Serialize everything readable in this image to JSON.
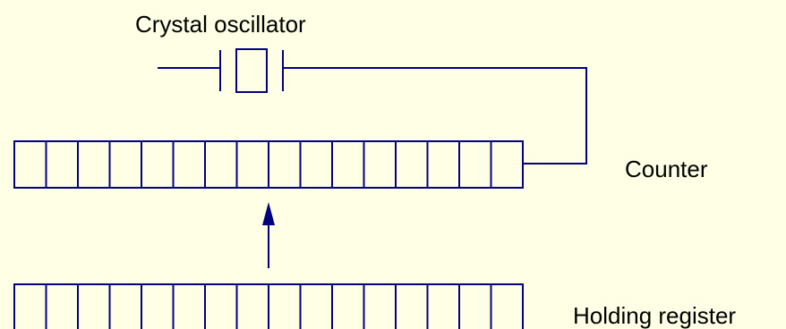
{
  "labels": {
    "crystal_oscillator": "Crystal oscillator",
    "counter": "Counter",
    "holding_register": "Holding register"
  },
  "colors": {
    "background": "#ffffe6",
    "line": "#000080",
    "text": "#000000"
  },
  "counter_bits": 16,
  "holding_register_bits": 16
}
